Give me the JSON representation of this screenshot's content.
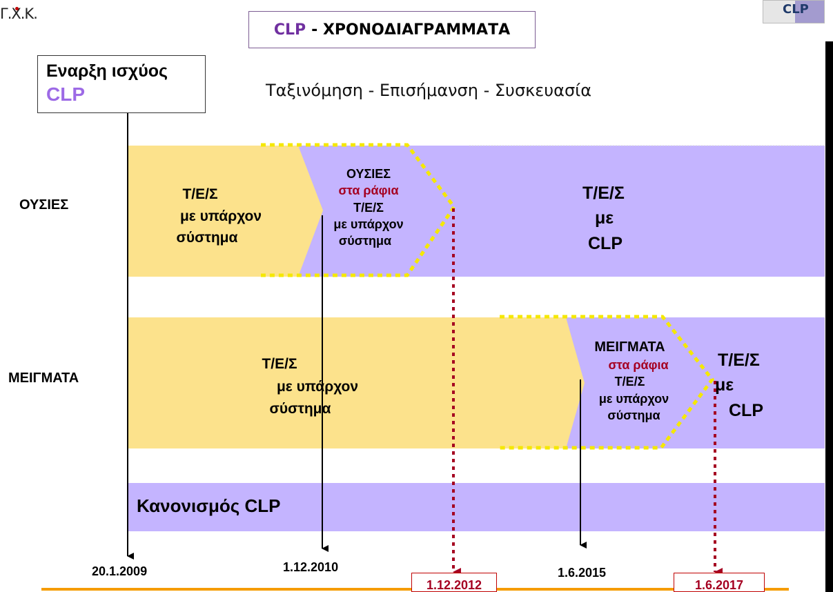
{
  "logo": {
    "text": "Γ.Χ.Κ."
  },
  "badge": {
    "text": "CLP"
  },
  "title": {
    "part1": "CLP",
    "part2": "- ΧΡΟΝΟΔΙΑΓΡΑΜΜΑΤΑ"
  },
  "start_box": {
    "line1": "Εναρξη ισχύος",
    "line2": "CLP"
  },
  "subtitle": "Ταξινόμηση - Επισήμανση - Συσκευασία",
  "rows": {
    "substances": {
      "label": "ΟΥΣΙΕΣ",
      "current": [
        "Τ/Ε/Σ",
        "με υπάρχον",
        "σύστημα"
      ],
      "transition": {
        "title": "ΟΥΣΙΕΣ",
        "shelf": "στα ράφια",
        "l3": "Τ/Ε/Σ",
        "l4": "με υπάρχον",
        "l5": "σύστημα"
      },
      "clp": [
        "Τ/Ε/Σ",
        "με",
        "CLP"
      ]
    },
    "mixtures": {
      "label": "ΜΕΙΓΜΑΤΑ",
      "current": [
        "Τ/Ε/Σ",
        "με υπάρχον",
        "σύστημα"
      ],
      "transition": {
        "title": "ΜΕΙΓΜΑΤΑ",
        "shelf": "στα ράφια",
        "l3": "Τ/Ε/Σ",
        "l4": "με υπάρχον",
        "l5": "σύστημα"
      },
      "clp": [
        "Τ/Ε/Σ",
        "με",
        "CLP"
      ]
    }
  },
  "regulation": "Κανονισμός  CLP",
  "dates": {
    "d1": "20.1.2009",
    "d2": "1.12.2010",
    "d3": "1.12.2012",
    "d4": "1.6.2015",
    "d5": "1.6.2017"
  },
  "colors": {
    "yellow": "#fce28c",
    "purple": "#c4b4ff",
    "dashed": "#f5e800",
    "red": "#a50021",
    "orange": "#f59c00",
    "title_purple": "#7030a0"
  }
}
